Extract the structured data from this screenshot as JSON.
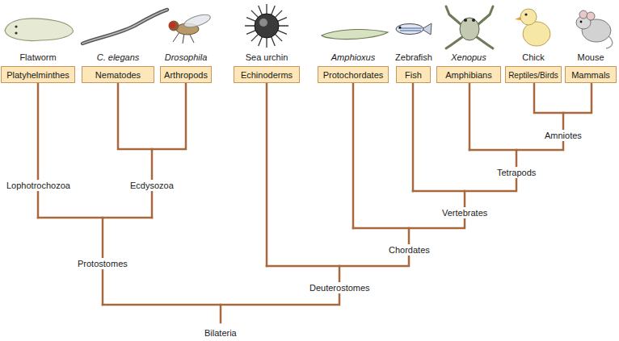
{
  "diagram": {
    "nodes": [
      {
        "text": [
          "Flatworm",
          "Platyhelminthes"
        ]
      },
      {
        "text": [
          "C. elegans",
          "Nematodes"
        ]
      },
      {
        "text": [
          "Drosophila",
          "Arthropods"
        ]
      },
      {
        "text": [
          "Sea urchin",
          "Echinoderms"
        ]
      },
      {
        "text": [
          "Amphioxus",
          "Protochordates"
        ]
      },
      {
        "text": [
          "Zebrafish",
          "Fish"
        ]
      },
      {
        "text": [
          "Xenopus",
          "Amphibians"
        ]
      },
      {
        "text": [
          "Chick",
          "Reptiles/Birds"
        ]
      },
      {
        "text": [
          "Mouse",
          "Mammals"
        ]
      }
    ],
    "labels": [
      "Lophotrochozoa",
      "Ecdysozoa",
      "Protostomes",
      "Amniotes",
      "Tetrapods",
      "Vertebrates",
      "Chordates",
      "Deuterostomes",
      "Bilateria"
    ]
  }
}
